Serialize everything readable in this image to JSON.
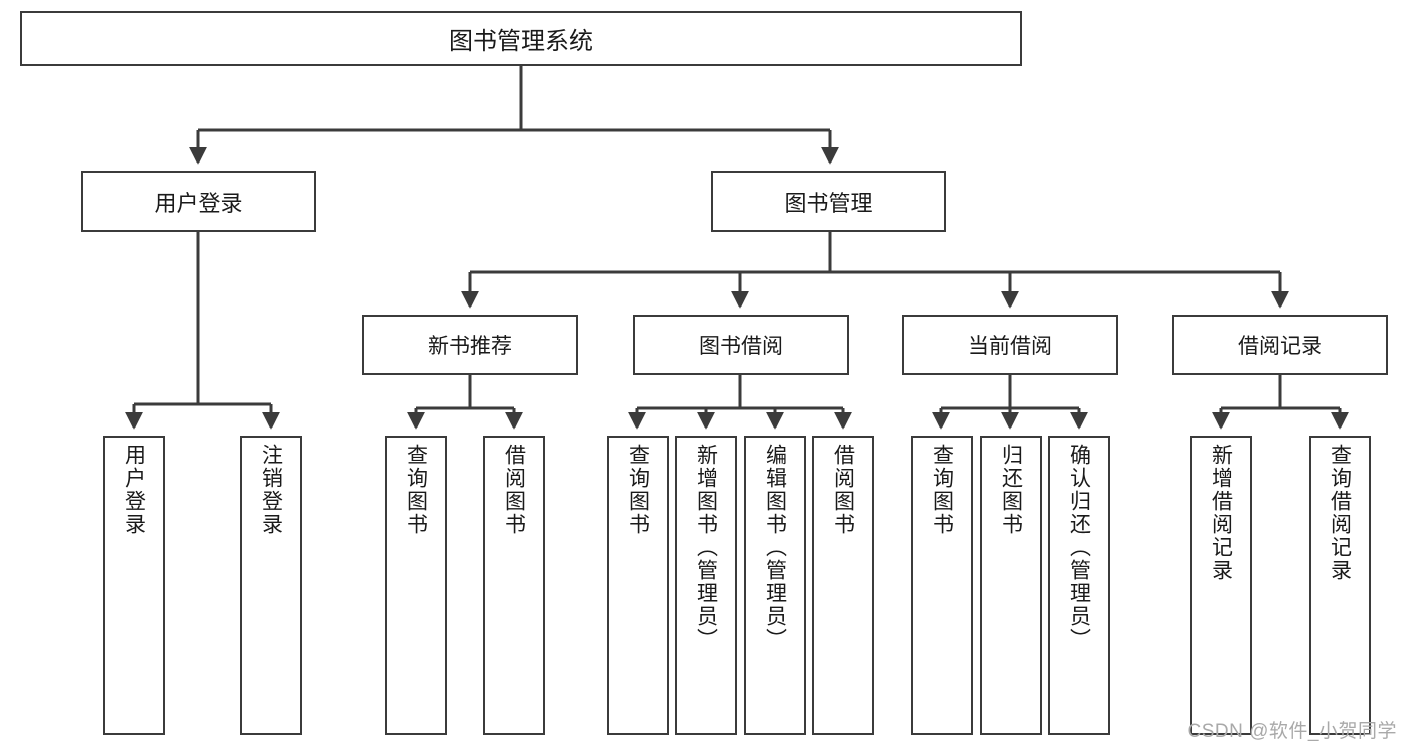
{
  "diagram": {
    "title": "图书管理系统",
    "type": "tree-hierarchy-chart",
    "root": {
      "label": "图书管理系统"
    },
    "level2": [
      {
        "label": "用户登录"
      },
      {
        "label": "图书管理"
      }
    ],
    "level3": [
      {
        "label": "新书推荐"
      },
      {
        "label": "图书借阅"
      },
      {
        "label": "当前借阅"
      },
      {
        "label": "借阅记录"
      }
    ],
    "leaves": [
      {
        "label": "用户登录",
        "chars": 4
      },
      {
        "label": "注销登录",
        "chars": 4
      },
      {
        "label": "查询图书",
        "chars": 4
      },
      {
        "label": "借阅图书",
        "chars": 4
      },
      {
        "label": "查询图书",
        "chars": 4
      },
      {
        "label": "新增图书（管理员）",
        "chars": 9
      },
      {
        "label": "编辑图书（管理员）",
        "chars": 9
      },
      {
        "label": "借阅图书",
        "chars": 4
      },
      {
        "label": "查询图书",
        "chars": 4
      },
      {
        "label": "归还图书",
        "chars": 4
      },
      {
        "label": "确认归还（管理员）",
        "chars": 9
      },
      {
        "label": "新增借阅记录",
        "chars": 6
      },
      {
        "label": "查询借阅记录",
        "chars": 6
      }
    ]
  },
  "watermark": {
    "text": "CSDN @软件_小贺同学"
  },
  "colors": {
    "border": "#3b3b3b",
    "background": "#ffffff",
    "text": "#1a1a1a",
    "watermark": "#a9a9a9"
  }
}
